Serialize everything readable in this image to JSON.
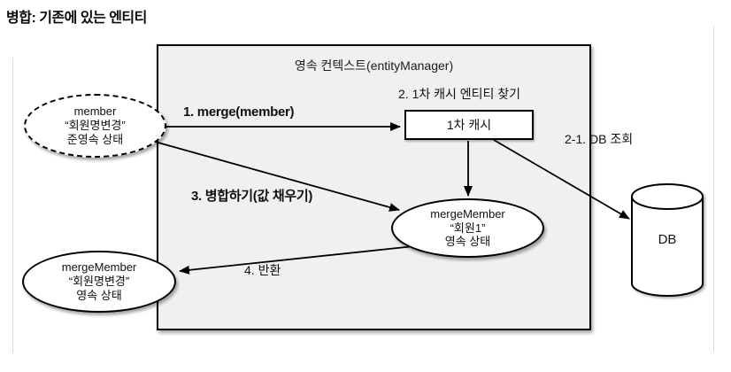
{
  "page": {
    "title": "병합: 기존에 있는 엔티티"
  },
  "container": {
    "title": "영속 컨텍스트(entityManager)"
  },
  "nodes": {
    "member": {
      "name": "member",
      "value": "“회원명변경”",
      "state": "준영속 상태"
    },
    "first_cache": {
      "label": "1차 캐시"
    },
    "merge_member": {
      "name": "mergeMember",
      "value": "“회원1”",
      "state": "영속 상태"
    },
    "returned_member": {
      "name": "mergeMember",
      "value": "“회원명변경”",
      "state": "영속 상태"
    },
    "db": {
      "label": "DB"
    }
  },
  "steps": {
    "step1": "1. merge(member)",
    "step2": "2. 1차 캐시 엔티티 찾기",
    "step2_1": "2-1.  DB 조회",
    "step3": "3. 병합하기(값 채우기)",
    "step4": "4. 반환"
  },
  "colors": {
    "container_fill": "#f0f0f0",
    "node_fill": "#ffffff",
    "stroke": "#000000",
    "guide_line": "#d9d9d9"
  }
}
